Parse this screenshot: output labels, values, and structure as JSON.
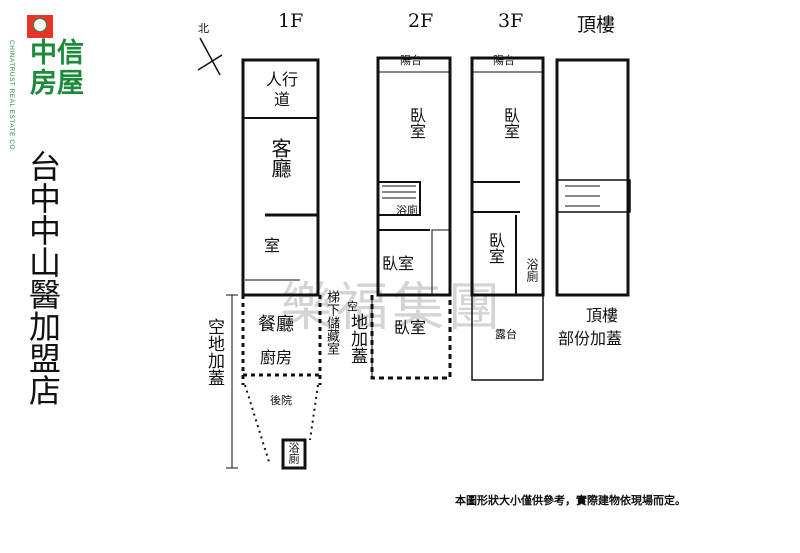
{
  "logo": {
    "brand_zh_line1": "中信",
    "brand_zh_line2": "房屋",
    "brand_en": "CHINATRUST REAL ESTATE CO."
  },
  "store_title": "台中中山醫加盟店",
  "north_label": "北",
  "floors": {
    "f1": {
      "heading": "1F",
      "rooms": [
        "人行道",
        "客廳",
        "室",
        "餐廳",
        "廚房",
        "後院",
        "浴廁"
      ],
      "extension": "空地加蓋",
      "storage": "梯下儲藏室"
    },
    "f2": {
      "heading": "2F",
      "rooms": [
        "陽台",
        "臥室",
        "浴廁",
        "臥室",
        "臥室"
      ],
      "extension_small": "空",
      "extension": "地加蓋"
    },
    "f3": {
      "heading": "3F",
      "rooms": [
        "陽台",
        "臥室",
        "臥室",
        "浴廁",
        "露台"
      ]
    },
    "roof": {
      "heading": "頂樓",
      "label": "頂樓",
      "sublabel": "部份加蓋"
    }
  },
  "watermark": "樂福集團",
  "disclaimer": "本圖形狀大小僅供參考，實際建物依現場而定。"
}
